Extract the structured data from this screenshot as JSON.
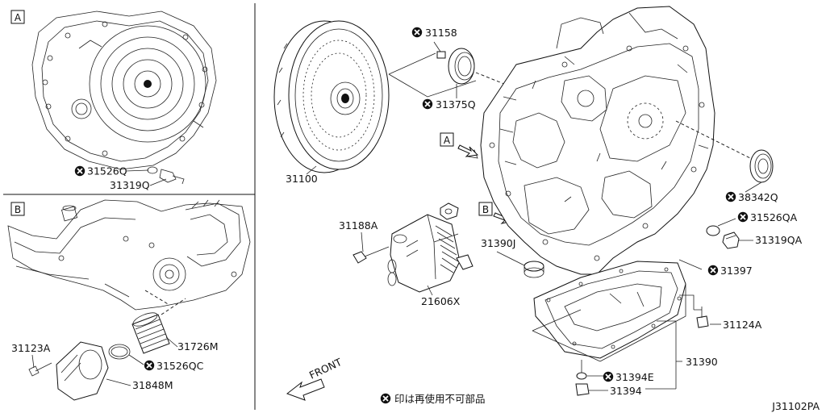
{
  "inset_a": {
    "tag": "A",
    "labels": {
      "p31526q": "31526Q",
      "p31319q": "31319Q"
    }
  },
  "inset_b": {
    "tag": "B",
    "labels": {
      "p31123a": "31123A",
      "p31726m": "31726M",
      "p31526qc": "31526QC",
      "p31848m": "31848M"
    }
  },
  "main": {
    "labels": {
      "p31158": "31158",
      "p31375q": "31375Q",
      "p31100": "31100",
      "p31188a": "31188A",
      "p21606x": "21606X",
      "p31390j": "31390J",
      "p38342q": "38342Q",
      "p31526qa": "31526QA",
      "p31319qa": "31319QA",
      "p31397": "31397",
      "p31124a": "31124A",
      "p31390": "31390",
      "p31394e": "31394E",
      "p31394": "31394"
    },
    "ref_a": "A",
    "ref_b": "B"
  },
  "front_label": "FRONT",
  "legend_note": "印は再使用不可部品",
  "diagram_code": "J31102PA",
  "colors": {
    "line": "#111111",
    "background": "#ffffff"
  },
  "icons": {
    "non_reusable": "x-circle-icon",
    "front_arrow": "front-arrow-icon"
  }
}
